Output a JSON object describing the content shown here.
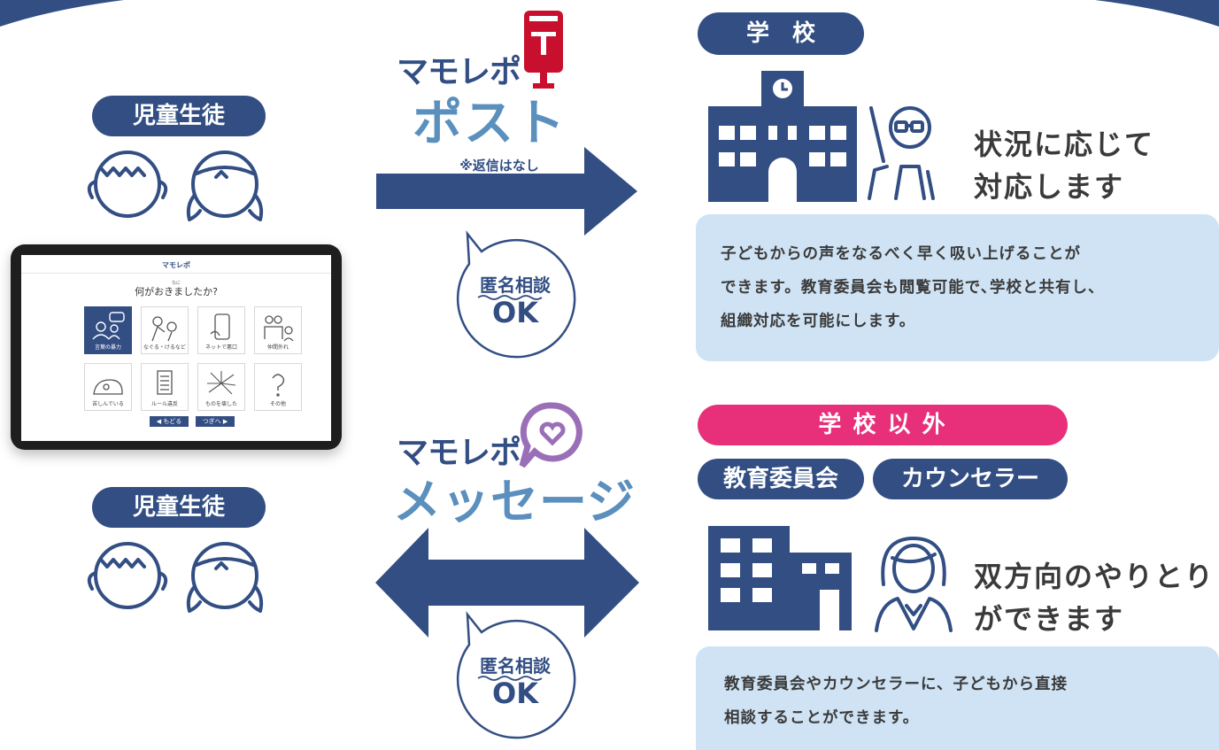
{
  "left": {
    "students_label_top": "児童生徒",
    "students_label_bottom": "児童生徒"
  },
  "tablet": {
    "app_logo": "マモレポ",
    "ruby": "なに",
    "question": "何がおきましたか?",
    "tiles": [
      {
        "label": "言葉の暴力",
        "icon": "speech-people-icon",
        "selected": true
      },
      {
        "label": "なぐる・けるなど",
        "icon": "hit-icon",
        "selected": false
      },
      {
        "label": "ネットで悪口",
        "icon": "phone-icon",
        "selected": false
      },
      {
        "label": "仲間外れ",
        "icon": "exclusion-icon",
        "selected": false
      },
      {
        "label": "苦しんでいる",
        "icon": "crouch-icon",
        "selected": false
      },
      {
        "label": "ルール違反",
        "icon": "document-icon",
        "selected": false
      },
      {
        "label": "ものを壊した",
        "icon": "broken-glass-icon",
        "selected": false
      },
      {
        "label": "その他",
        "icon": "question-icon",
        "selected": false
      }
    ],
    "back_label": "◀ もどる",
    "next_label": "つぎへ ▶"
  },
  "post": {
    "brand": "マモレポ",
    "product": "ポスト",
    "note": "※返信はなし",
    "bubble_line1": "匿名相談",
    "bubble_line2": "OK"
  },
  "message": {
    "brand": "マモレポ",
    "product": "メッセージ",
    "bubble_line1": "匿名相談",
    "bubble_line2": "OK"
  },
  "school": {
    "label": "学　校",
    "headline_line1": "状況に応じて",
    "headline_line2": "対応します",
    "desc_line1": "子どもからの声をなるべく早く吸い上げることが",
    "desc_line2": "できます。教育委員会も閲覧可能で､学校と共有し、",
    "desc_line3": "組織対応を可能にします。"
  },
  "other": {
    "label": "学 校 以 外",
    "tag1": "教育委員会",
    "tag2": "カウンセラー",
    "headline_line1": "双方向のやりとり",
    "headline_line2": "ができます",
    "desc_line1": "教育委員会やカウンセラーに、子どもから直接",
    "desc_line2": "相談することができます。"
  },
  "colors": {
    "navy": "#324e83",
    "pink": "#e8307a",
    "light_blue": "#cfe3f4",
    "post_red": "#c8102e",
    "message_purple": "#9b6fb8",
    "product_blue": "#5b8fbd"
  }
}
